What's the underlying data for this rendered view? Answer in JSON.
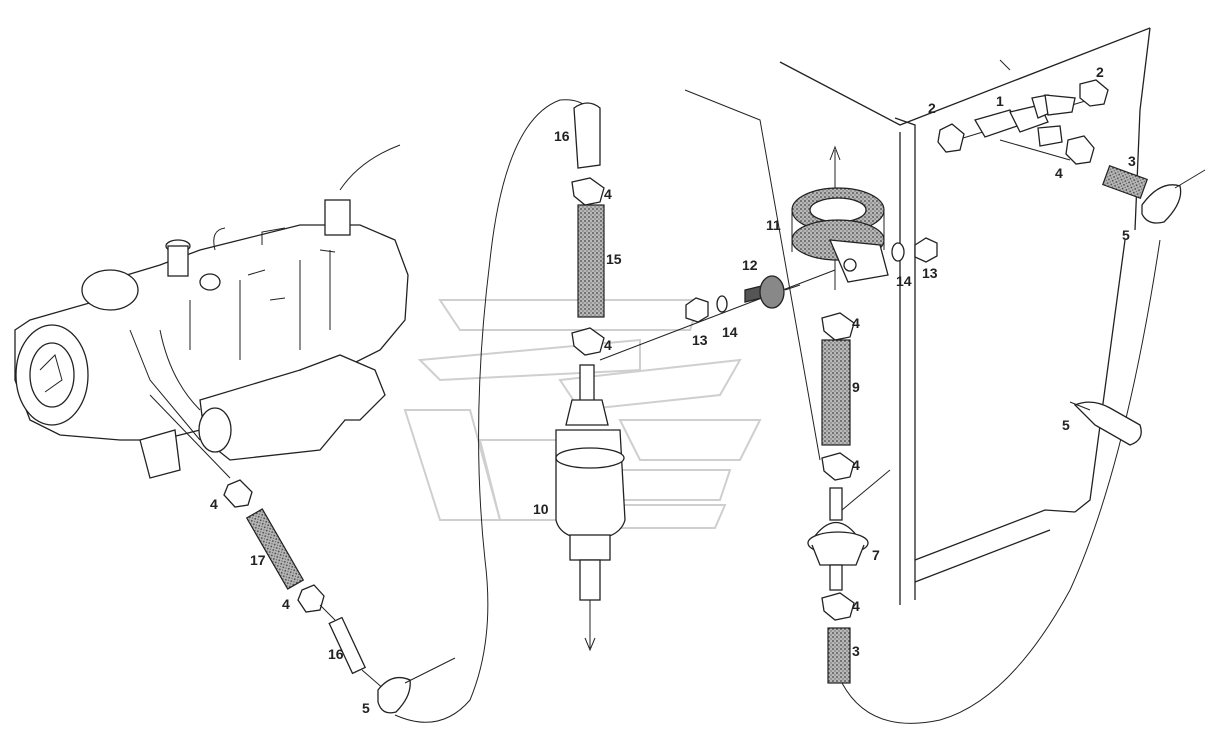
{
  "diagram": {
    "labels": {
      "l1": "1",
      "l2a": "2",
      "l2b": "2",
      "l3a": "3",
      "l3b": "3",
      "l4a": "4",
      "l4b": "4",
      "l4c": "4",
      "l4d": "4",
      "l4e": "4",
      "l4f": "4",
      "l4g": "4",
      "l5a": "5",
      "l5b": "5",
      "l5c": "5",
      "l7": "7",
      "l9": "9",
      "l10": "10",
      "l11": "11",
      "l12": "12",
      "l13a": "13",
      "l13b": "13",
      "l14a": "14",
      "l14b": "14",
      "l15": "15",
      "l16a": "16",
      "l16b": "16",
      "l17": "17"
    },
    "colors": {
      "ink": "#222222",
      "foam": "#9a9a9a",
      "watermark": "#cfcfcf",
      "paper": "#ffffff"
    }
  }
}
